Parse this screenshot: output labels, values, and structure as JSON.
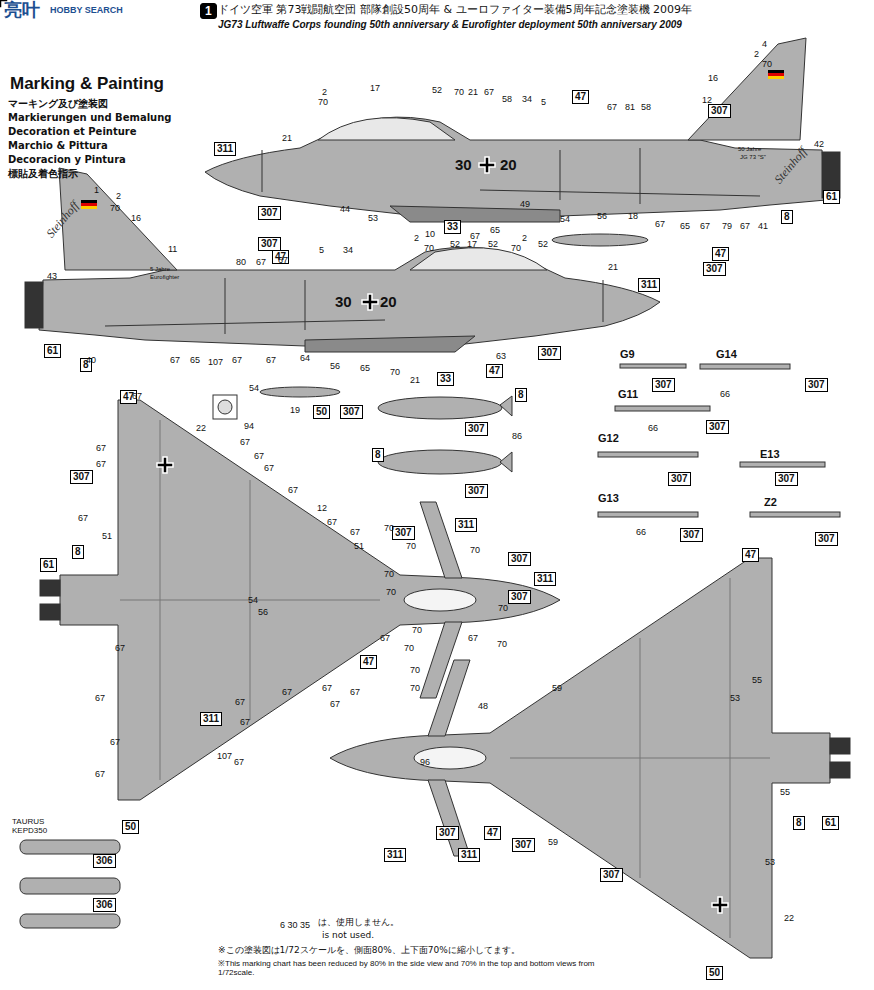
{
  "diagram": {
    "title": "Marking & Painting",
    "nodes": [
      {
        "text": [
          "1"
        ]
      },
      {
        "text": [
          "307"
        ]
      },
      {
        "text": [
          "47"
        ]
      },
      {
        "text": [
          "311"
        ]
      },
      {
        "text": [
          "307"
        ]
      },
      {
        "text": [
          "33"
        ]
      },
      {
        "text": [
          "8"
        ]
      },
      {
        "text": [
          "61"
        ]
      },
      {
        "text": [
          "307"
        ]
      },
      {
        "text": [
          "47"
        ]
      },
      {
        "text": [
          "311"
        ]
      },
      {
        "text": [
          "61"
        ]
      },
      {
        "text": [
          "8"
        ]
      },
      {
        "text": [
          "33"
        ]
      },
      {
        "text": [
          "47"
        ]
      },
      {
        "text": [
          "307"
        ]
      },
      {
        "text": [
          "47"
        ]
      },
      {
        "text": [
          "307"
        ]
      },
      {
        "text": [
          "50"
        ]
      },
      {
        "text": [
          "307"
        ]
      },
      {
        "text": [
          "8"
        ]
      },
      {
        "text": [
          "307"
        ]
      },
      {
        "text": [
          "8"
        ]
      },
      {
        "text": [
          "307"
        ]
      },
      {
        "text": [
          "307"
        ]
      },
      {
        "text": [
          "307"
        ]
      },
      {
        "text": [
          "307"
        ]
      },
      {
        "text": [
          "307"
        ]
      },
      {
        "text": [
          "307"
        ]
      },
      {
        "text": [
          "307"
        ]
      },
      {
        "text": [
          "307"
        ]
      },
      {
        "text": [
          "47"
        ]
      },
      {
        "text": [
          "307"
        ]
      },
      {
        "text": [
          "8"
        ]
      },
      {
        "text": [
          "61"
        ]
      },
      {
        "text": [
          "307"
        ]
      },
      {
        "text": [
          "311"
        ]
      },
      {
        "text": [
          "307"
        ]
      },
      {
        "text": [
          "311"
        ]
      },
      {
        "text": [
          "307"
        ]
      },
      {
        "text": [
          "47"
        ]
      },
      {
        "text": [
          "311"
        ]
      },
      {
        "text": [
          "50"
        ]
      },
      {
        "text": [
          "47"
        ]
      },
      {
        "text": [
          "311"
        ]
      },
      {
        "text": [
          "311"
        ]
      },
      {
        "text": [
          "307"
        ]
      },
      {
        "text": [
          "47"
        ]
      },
      {
        "text": [
          "307"
        ]
      },
      {
        "text": [
          "307"
        ]
      },
      {
        "text": [
          "8"
        ]
      },
      {
        "text": [
          "61"
        ]
      },
      {
        "text": [
          "50"
        ]
      },
      {
        "text": [
          "306"
        ]
      },
      {
        "text": [
          "306"
        ]
      }
    ],
    "labels": [
      "亮叶",
      "HOBBY SEARCH",
      "ドイツ空軍 第73戦闘航空団 部隊創設50周年 & ユーロファイター装備5周年記念塗装機 2009年",
      "JG73 Luftwaffe Corps founding 50th anniversary & Eurofighter deployment 50th anniversary 2009",
      "マーキング及び塗装図",
      "Markierungen und Bemalung",
      "Decoration et Peinture",
      "Marchio & Pittura",
      "Decoracion y Pintura",
      "標貼及着色指示",
      "30",
      "20",
      "30",
      "20",
      "50 Jahre",
      "JG 73 \"S\"",
      "Steinhoff",
      "5 Jahre",
      "Eurofighter",
      "Steinhoff",
      "G9",
      "G14",
      "G11",
      "G12",
      "E13",
      "G13",
      "Z2",
      "TAURUS KEPD350",
      "6 30 35",
      "は、使用しません。",
      "is not used.",
      "※この塗装図は1/72スケールを、側面80%、上下面70%に縮小してます。",
      "※This marking chart has been reduced by 80% in the side view and 70% in the top and bottom views from 1/72scale.",
      "4",
      "2",
      "70",
      "16",
      "12",
      "81",
      "58",
      "67",
      "5",
      "34",
      "58",
      "67",
      "21",
      "70",
      "52",
      "17",
      "2",
      "70",
      "21",
      "42",
      "44",
      "53",
      "10",
      "67",
      "65",
      "49",
      "54",
      "56",
      "18",
      "67",
      "65",
      "67",
      "79",
      "67",
      "41",
      "1",
      "2",
      "70",
      "16",
      "11",
      "43",
      "80",
      "67",
      "67",
      "5",
      "34",
      "2",
      "70",
      "52",
      "17",
      "52",
      "70",
      "2",
      "52",
      "21",
      "40",
      "67",
      "65",
      "107",
      "67",
      "67",
      "64",
      "56",
      "65",
      "70",
      "21",
      "63",
      "54",
      "94",
      "19",
      "86",
      "66",
      "66",
      "66",
      "67",
      "22",
      "67",
      "67",
      "67",
      "67",
      "67",
      "67",
      "12",
      "67",
      "67",
      "51",
      "51",
      "67",
      "70",
      "70",
      "70",
      "70",
      "70",
      "54",
      "56",
      "67",
      "67",
      "67",
      "67",
      "67",
      "67",
      "67",
      "67",
      "70",
      "70",
      "67",
      "70",
      "70",
      "70",
      "70",
      "67",
      "67",
      "107",
      "67",
      "67",
      "59",
      "55",
      "53",
      "96",
      "48",
      "59",
      "55",
      "53",
      "22"
    ]
  }
}
